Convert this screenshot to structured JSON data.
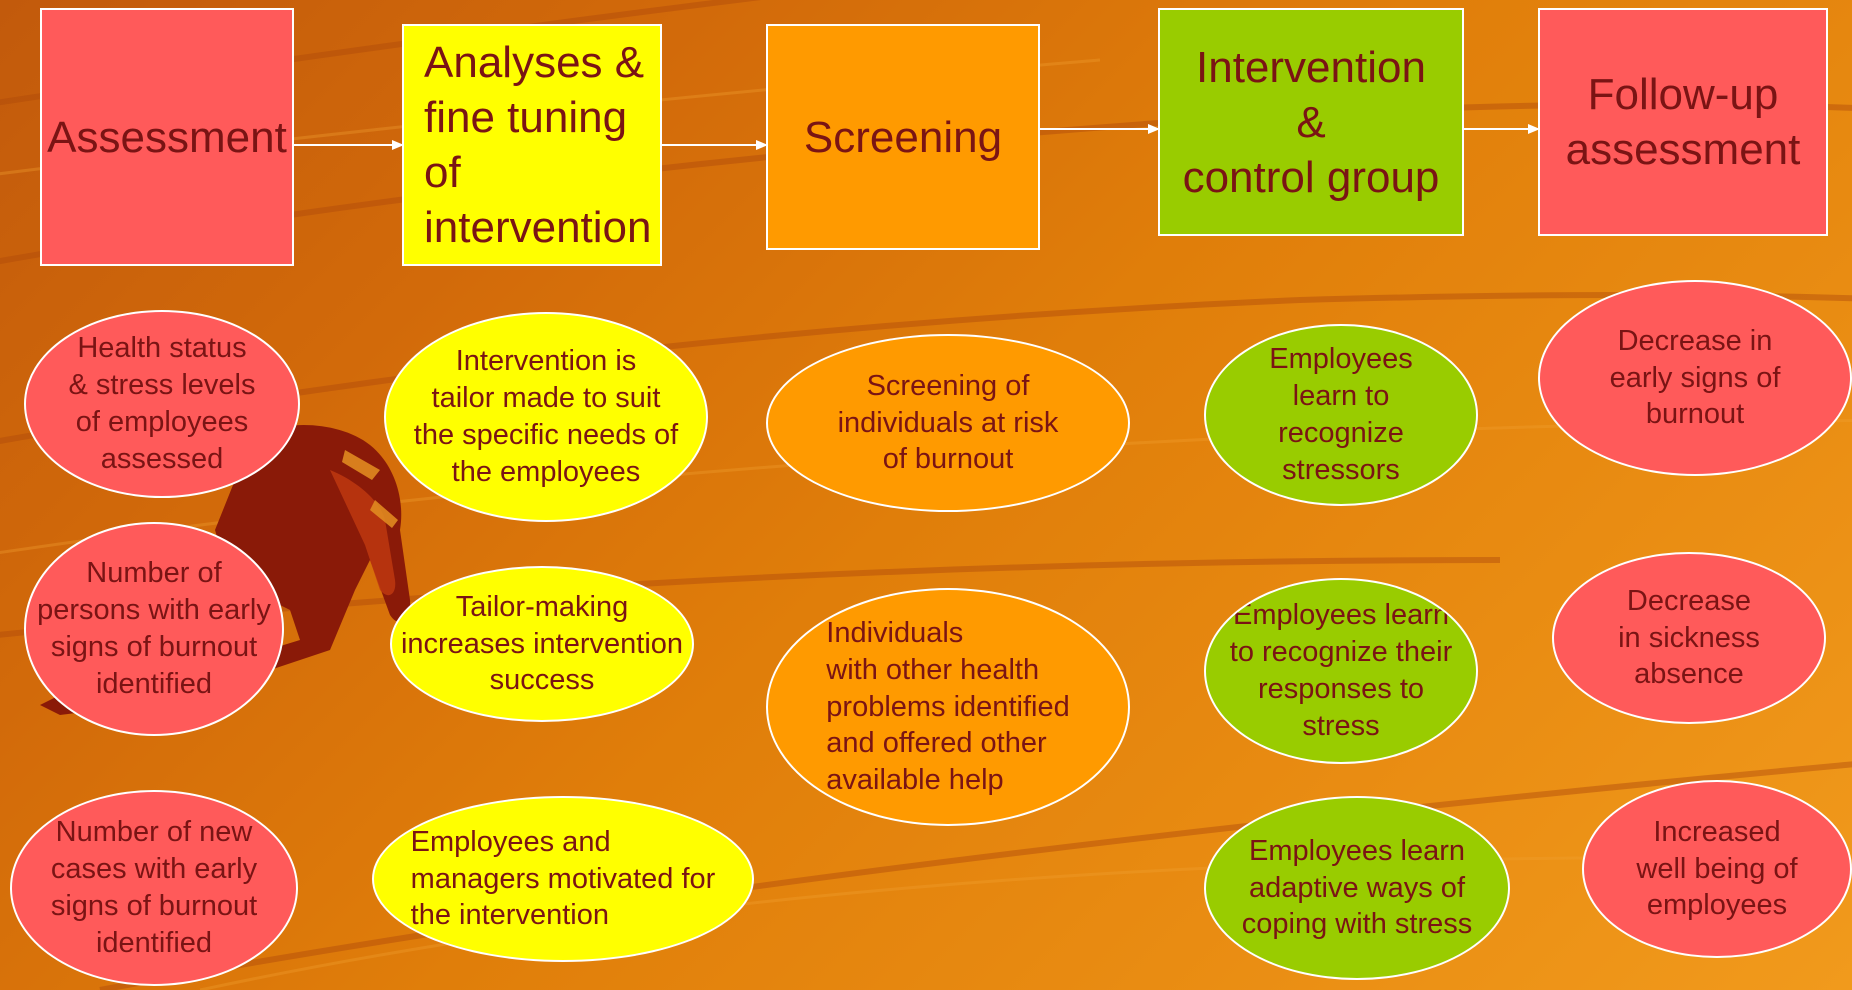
{
  "colors": {
    "red": "#ff5a5a",
    "yellow": "#ffff00",
    "orange": "#ff9a00",
    "green": "#99cc00",
    "text": "#7a1414",
    "border": "#ffffff"
  },
  "decoration": {
    "figure": "runner-silhouette-icon"
  },
  "stages": [
    {
      "label": "Assessment"
    },
    {
      "label": "Analyses &\nfine tuning of\nintervention"
    },
    {
      "label": "Screening"
    },
    {
      "label": "Intervention\n&\ncontrol group"
    },
    {
      "label": "Follow-up\nassessment"
    }
  ],
  "outcomes": {
    "assessment": [
      "Health status\n& stress levels\nof employees\nassessed",
      "Number of\npersons with early\nsigns of burnout\nidentified",
      "Number of new\ncases with early\nsigns of burnout\nidentified"
    ],
    "analyses": [
      "Intervention is\ntailor made to suit\nthe specific needs of\nthe employees",
      "Tailor-making\nincreases intervention\nsuccess",
      "Employees and\nmanagers motivated for\nthe intervention"
    ],
    "screening": [
      "Screening of\nindividuals at risk\nof burnout",
      "Individuals\nwith other health\nproblems identified\nand offered other\navailable help"
    ],
    "intervention": [
      "Employees\nlearn to\nrecognize\nstressors",
      "Employees learn\nto recognize their\nresponses to\nstress",
      "Employees learn\nadaptive ways of\ncoping with stress"
    ],
    "followup": [
      "Decrease in\nearly signs of\nburnout",
      "Decrease\nin sickness\nabsence",
      "Increased\nwell being of\nemployees"
    ]
  }
}
